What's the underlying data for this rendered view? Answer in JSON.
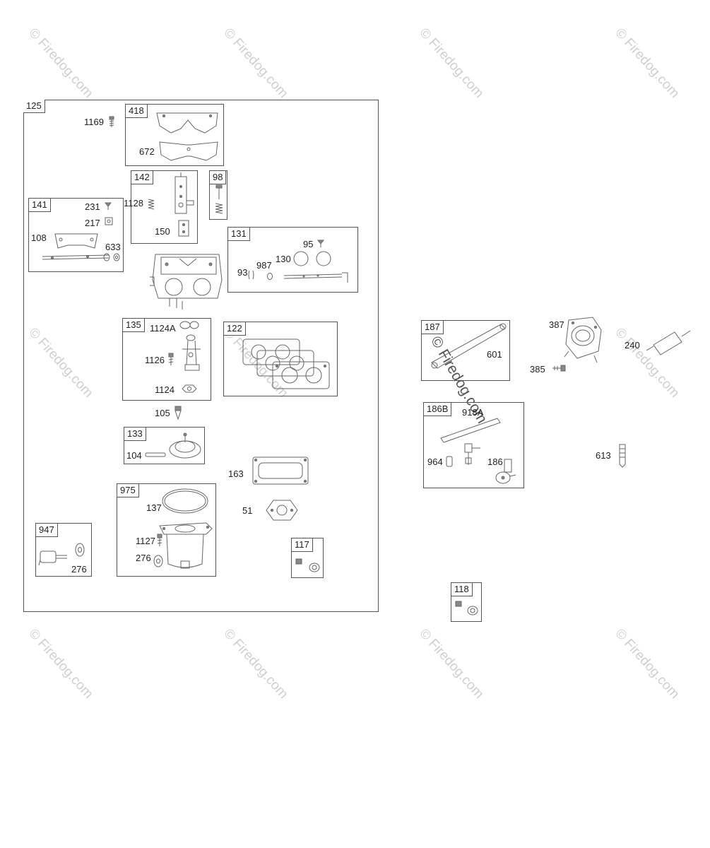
{
  "watermark_text": "© Firedog.com",
  "center_watermark": "© Firedog.com",
  "groups": [
    {
      "id": "g125",
      "tag": "125"
    },
    {
      "id": "g418",
      "tag": "418"
    },
    {
      "id": "g142",
      "tag": "142"
    },
    {
      "id": "g98",
      "tag": "98"
    },
    {
      "id": "g141",
      "tag": "141"
    },
    {
      "id": "g131",
      "tag": "131"
    },
    {
      "id": "g135",
      "tag": "135"
    },
    {
      "id": "g122",
      "tag": "122"
    },
    {
      "id": "g133",
      "tag": "133"
    },
    {
      "id": "g975",
      "tag": "975"
    },
    {
      "id": "g947",
      "tag": "947"
    },
    {
      "id": "g117",
      "tag": "117"
    },
    {
      "id": "g187",
      "tag": "187"
    },
    {
      "id": "g186B",
      "tag": "186B"
    },
    {
      "id": "g118",
      "tag": "118"
    }
  ],
  "part_labels": {
    "p1169": "1169",
    "p672": "672",
    "p1128": "1128",
    "p150": "150",
    "p231": "231",
    "p217": "217",
    "p108": "108",
    "p633": "633",
    "p95": "95",
    "p130": "130",
    "p987": "987",
    "p93": "93",
    "p1124A": "1124A",
    "p1126": "1126",
    "p1124": "1124",
    "p105": "105",
    "p104": "104",
    "p163": "163",
    "p51": "51",
    "p137": "137",
    "p1127": "1127",
    "p276a": "276",
    "p276b": "276",
    "p387": "387",
    "p240": "240",
    "p601": "601",
    "p385": "385",
    "p918A": "918A",
    "p964": "964",
    "p186": "186",
    "p613": "613"
  }
}
